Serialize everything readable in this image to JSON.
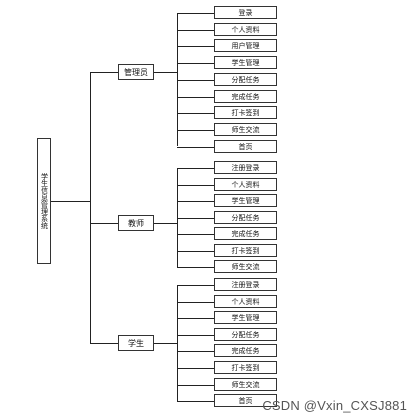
{
  "root": {
    "label": "学生信息管理系统"
  },
  "groups": [
    {
      "label": "管理员",
      "items": [
        "登录",
        "个人资料",
        "用户管理",
        "学生管理",
        "分配任务",
        "完成任务",
        "打卡签到",
        "师生交流",
        "首页"
      ]
    },
    {
      "label": "教师",
      "items": [
        "注册登录",
        "个人资料",
        "学生管理",
        "分配任务",
        "完成任务",
        "打卡签到",
        "师生交流"
      ]
    },
    {
      "label": "学生",
      "items": [
        "注册登录",
        "个人资料",
        "学生管理",
        "分配任务",
        "完成任务",
        "打卡签到",
        "师生交流",
        "首页"
      ]
    }
  ],
  "watermark": "CSDN @Vxin_CXSJ881"
}
